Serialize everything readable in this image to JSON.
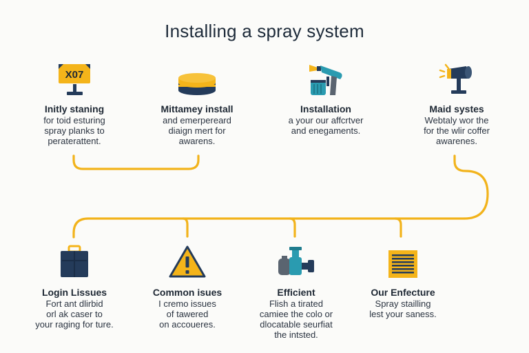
{
  "title": "Installing a spray system",
  "colors": {
    "connector": "#f2b31b",
    "navy": "#243b5a",
    "teal": "#2a9bb0",
    "yellow": "#f4b41a",
    "text": "#1d2733"
  },
  "top_steps": [
    {
      "icon": "sign-post-icon",
      "icon_text": "X07",
      "title": "Initly staning",
      "lines": [
        "for toid esturing",
        "spray planks to",
        "peraterattent."
      ]
    },
    {
      "icon": "stacked-discs-icon",
      "title": "Mittamey install",
      "lines": [
        "and emerpereard",
        "diaign mert for",
        "awarens."
      ]
    },
    {
      "icon": "spray-gun-icon",
      "title": "Installation",
      "lines": [
        "a your our affcrtver",
        "and enegaments."
      ]
    },
    {
      "icon": "spotlight-icon",
      "title": "Maid systes",
      "lines": [
        "Webtaly wor the",
        "for the wlir coffer",
        "awarenes."
      ]
    }
  ],
  "bottom_steps": [
    {
      "icon": "briefcase-icon",
      "title": "Login Lissues",
      "lines": [
        "Fort ant dlirbid",
        "orl ak caser to",
        "your raging for ture."
      ]
    },
    {
      "icon": "warning-icon",
      "title": "Common isues",
      "lines": [
        "I cremo issues",
        "of tawered",
        "on accoueres."
      ]
    },
    {
      "icon": "pump-icon",
      "title": "Efficient",
      "lines": [
        "Flish a tirated",
        "camiee the colo or",
        "dlocatable seurfiat",
        "the intsted."
      ]
    },
    {
      "icon": "vent-panel-icon",
      "title": "Our Enfecture",
      "lines": [
        "Spray stailling",
        "lest your saness."
      ]
    }
  ]
}
